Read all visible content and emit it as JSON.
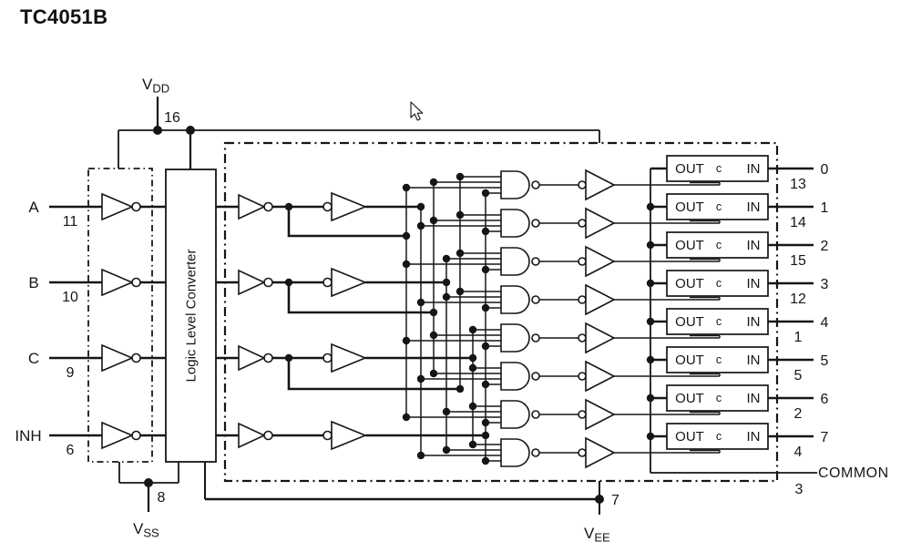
{
  "title": "TC4051B",
  "colors": {
    "line": "#161616",
    "background": "#ffffff"
  },
  "power": {
    "vdd": {
      "base": "V",
      "sub": "DD",
      "pin": "16"
    },
    "vss": {
      "base": "V",
      "sub": "SS",
      "pin": "8"
    },
    "vee": {
      "base": "V",
      "sub": "EE",
      "pin": "7"
    }
  },
  "inputs": [
    {
      "label": "A",
      "pin": "11"
    },
    {
      "label": "B",
      "pin": "10"
    },
    {
      "label": "C",
      "pin": "9"
    },
    {
      "label": "INH",
      "pin": "6"
    }
  ],
  "converter": {
    "label": "Logic Level Converter"
  },
  "switch_cell": {
    "out": "OUT",
    "ctrl": "c",
    "in": "IN"
  },
  "channels": [
    {
      "label": "0",
      "pin": "13"
    },
    {
      "label": "1",
      "pin": "14"
    },
    {
      "label": "2",
      "pin": "15"
    },
    {
      "label": "3",
      "pin": "12"
    },
    {
      "label": "4",
      "pin": "1"
    },
    {
      "label": "5",
      "pin": "5"
    },
    {
      "label": "6",
      "pin": "2"
    },
    {
      "label": "7",
      "pin": "4"
    }
  ],
  "common": {
    "label": "COMMON",
    "pin": "3"
  }
}
